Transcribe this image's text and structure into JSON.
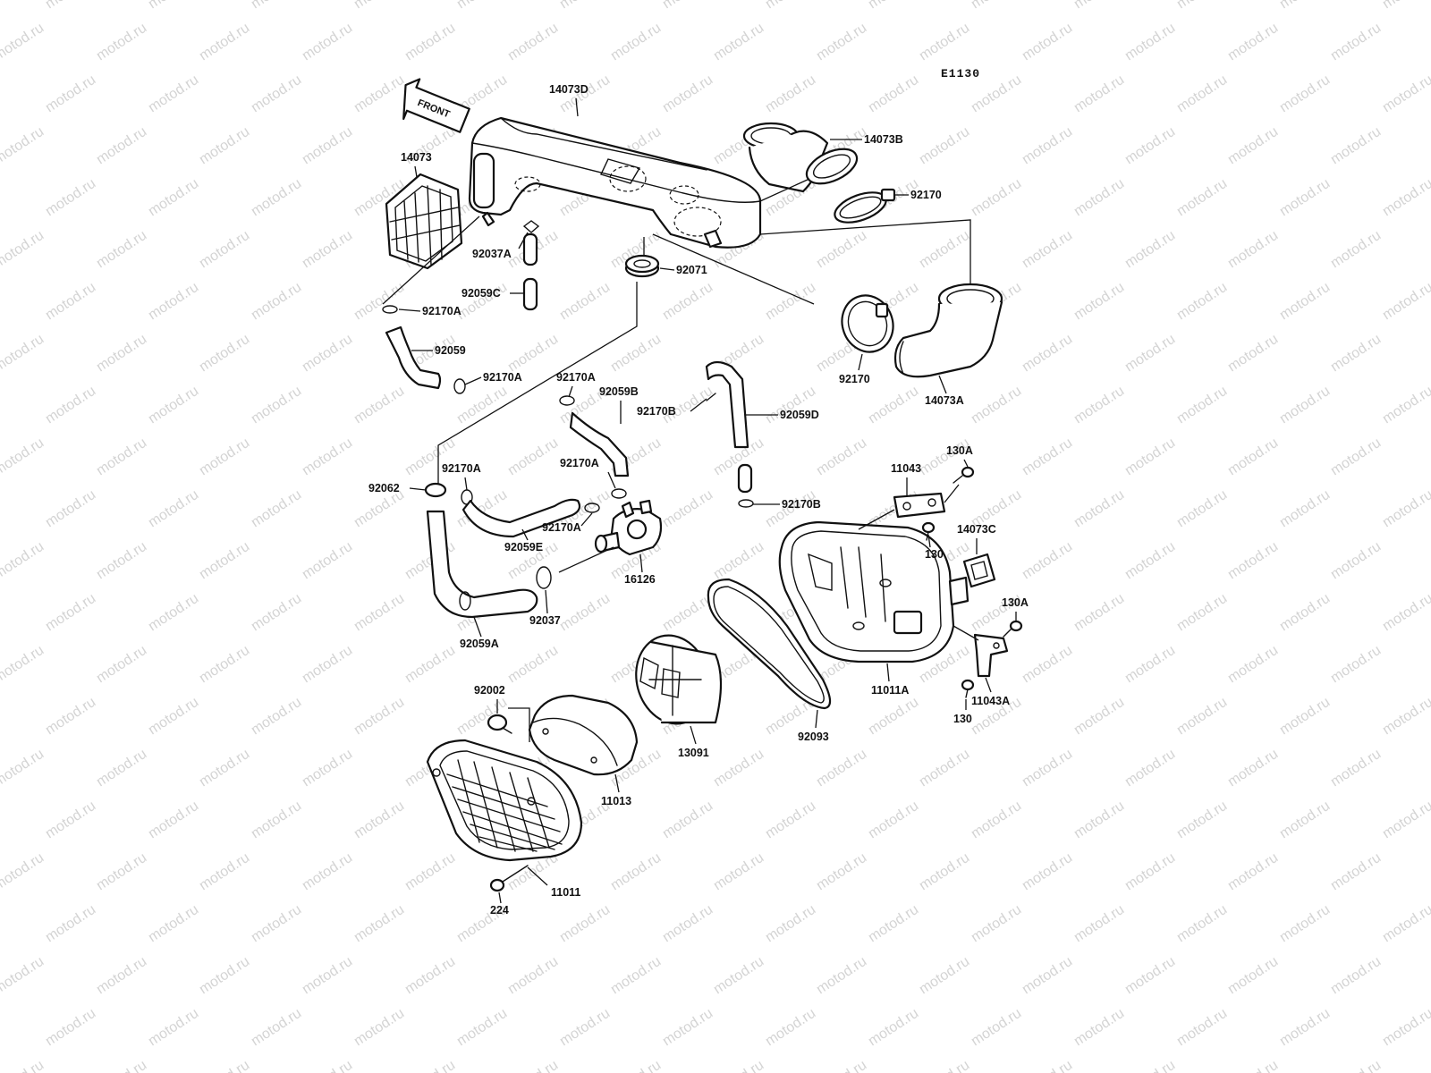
{
  "diagram": {
    "code": "E1130",
    "front_label": "FRONT",
    "watermark": "motod.ru"
  },
  "parts": {
    "p14073D": "14073D",
    "p14073": "14073",
    "p14073B": "14073B",
    "p92170_top": "92170",
    "p92037A": "92037A",
    "p92071": "92071",
    "p92059C": "92059C",
    "p92170A_1": "92170A",
    "p92059": "92059",
    "p92170A_2": "92170A",
    "p92170A_3": "92170A",
    "p92059B": "92059B",
    "p92170B_1": "92170B",
    "p92059D": "92059D",
    "p92170_mid": "92170",
    "p14073A": "14073A",
    "p130A_1": "130A",
    "p11043": "11043",
    "p92062": "92062",
    "p92170A_4": "92170A",
    "p92170A_5": "92170A",
    "p92170B_2": "92170B",
    "p92059E": "92059E",
    "p92170A_6": "92170A",
    "p130_1": "130",
    "p14073C": "14073C",
    "p16126": "16126",
    "p92037": "92037",
    "p92059A": "92059A",
    "p130A_2": "130A",
    "p11011A": "11011A",
    "p11043A": "11043A",
    "p130_2": "130",
    "p92002": "92002",
    "p13091": "13091",
    "p92093": "92093",
    "p11013": "11013",
    "p11011": "11011",
    "p224": "224"
  }
}
